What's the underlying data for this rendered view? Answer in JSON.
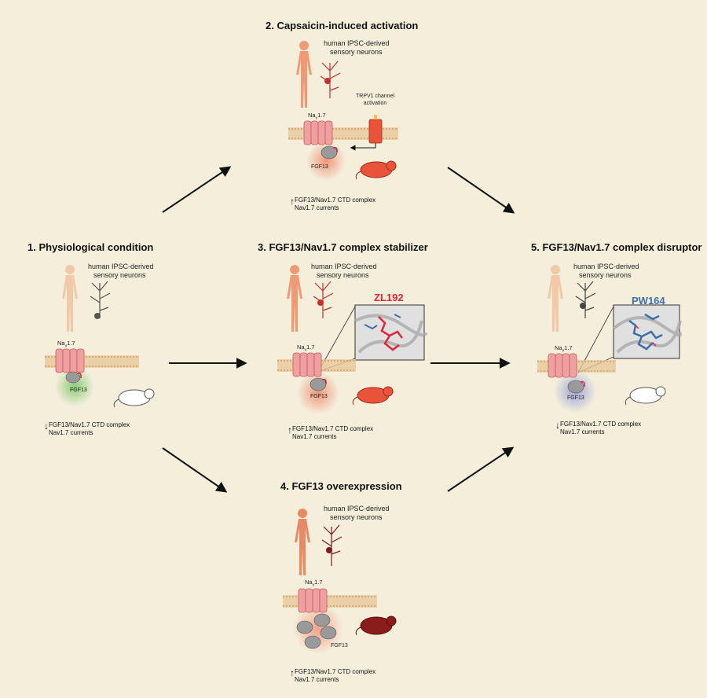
{
  "panels": {
    "p1": {
      "title": "1.  Physiological condition",
      "neurons": "human IPSC-derived\nsensory neurons",
      "channel": "Na",
      "channel_sub": "v",
      "channel_suffix": "1.7",
      "fgf": "FGF13",
      "ctd1": "FGF13/Nav1.7 CTD complex",
      "ctd2": "Nav1.7 currents",
      "arrow": "down",
      "glow": "#5cbf4a",
      "body": "#f2c9a8",
      "mouse": "#ffffff",
      "neuron": "#555555"
    },
    "p2": {
      "title": "2.  Capsaicin-induced activation",
      "neurons": "human IPSC-derived\nsensory neurons",
      "trpv1": "TRPV1 channel\nactivation",
      "channel": "Na",
      "channel_sub": "v",
      "channel_suffix": "1.7",
      "fgf": "FGF13",
      "ctd1": "FGF13/Nav1.7 CTD complex",
      "ctd2": "Nav1.7 currents",
      "arrow": "up",
      "glow": "#f07050",
      "body": "#f09a75",
      "mouse": "#e8533a",
      "neuron": "#c43030"
    },
    "p3": {
      "title": "3.  FGF13/Nav1.7 complex stabilizer",
      "neurons": "human IPSC-derived\nsensory neurons",
      "compound": "ZL192",
      "compound_color": "#e0253a",
      "channel": "Na",
      "channel_sub": "v",
      "channel_suffix": "1.7",
      "fgf": "FGF13",
      "ctd1": "FGF13/Nav1.7 CTD complex",
      "ctd2": "Nav1.7 currents",
      "arrow": "up",
      "glow": "#f07050",
      "body": "#f09a75",
      "mouse": "#e8533a",
      "neuron": "#c43030"
    },
    "p4": {
      "title": "4.  FGF13 overexpression",
      "neurons": "human IPSC-derived\nsensory neurons",
      "channel": "Na",
      "channel_sub": "v",
      "channel_suffix": "1.7",
      "fgf": "FGF13",
      "ctd1": "FGF13/Nav1.7 CTD complex",
      "ctd2": "Nav1.7 currents",
      "arrow": "up",
      "glow": "#f07050",
      "body": "#e88a65",
      "mouse": "#8b1c1c",
      "neuron": "#7a1c1c"
    },
    "p5": {
      "title": "5.  FGF13/Nav1.7 complex disruptor",
      "neurons": "human IPSC-derived\nsensory neurons",
      "compound": "PW164",
      "compound_color": "#3d6fa6",
      "channel": "Na",
      "channel_sub": "v",
      "channel_suffix": "1.7",
      "fgf": "FGF13",
      "ctd1": "FGF13/Nav1.7 CTD complex",
      "ctd2": "Nav1.7 currents",
      "arrow": "down",
      "glow": "#7a86d8",
      "body": "#f2c9a8",
      "mouse": "#ffffff",
      "neuron": "#444444"
    }
  },
  "colors": {
    "background": "#f4eedb",
    "channel": "#f0a0a0",
    "membrane": "#e8c79a",
    "fgf": "#9a9a9a"
  }
}
